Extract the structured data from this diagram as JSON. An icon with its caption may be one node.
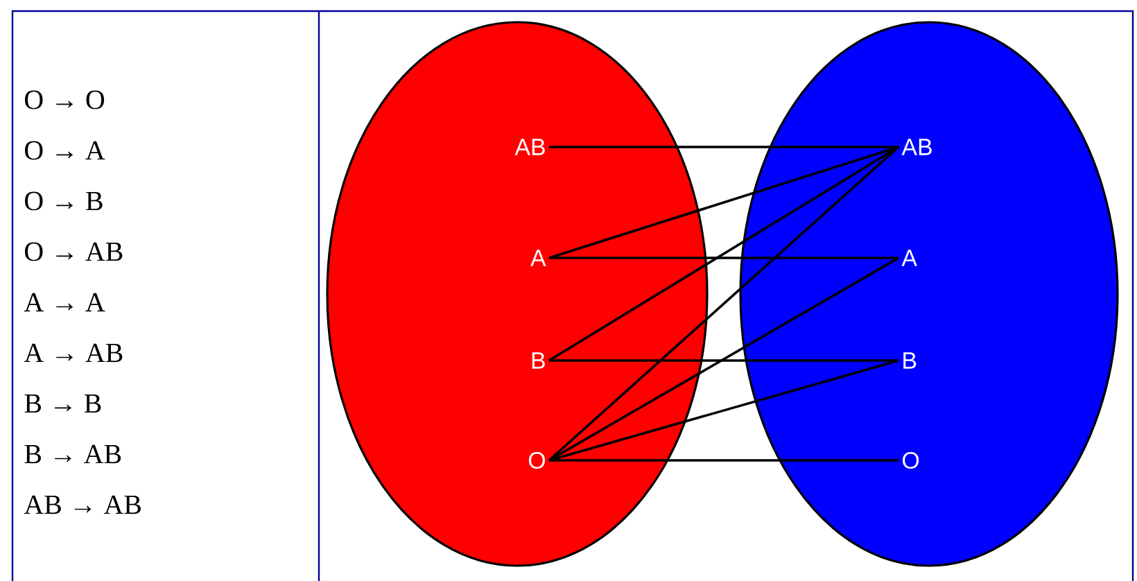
{
  "diagram": {
    "nodes": [
      {
        "text": [],
        "shape": "ellipse"
      },
      {
        "text": [],
        "shape": "ellipse"
      },
      {
        "text": [
          "AB"
        ],
        "in": 0
      },
      {
        "text": [
          "A"
        ],
        "in": 0
      },
      {
        "text": [
          "B"
        ],
        "in": 0
      },
      {
        "text": [
          "O"
        ],
        "in": 0
      },
      {
        "text": [
          "AB"
        ],
        "in": 1
      },
      {
        "text": [
          "A"
        ],
        "in": 1
      },
      {
        "text": [
          "B"
        ],
        "in": 1
      },
      {
        "text": [
          "O"
        ],
        "in": 1
      }
    ],
    "edges": [
      {
        "from": 5,
        "to": 9,
        "arrow": "none"
      },
      {
        "from": 5,
        "to": 7,
        "arrow": "none"
      },
      {
        "from": 5,
        "to": 8,
        "arrow": "none"
      },
      {
        "from": 5,
        "to": 6,
        "arrow": "none"
      },
      {
        "from": 3,
        "to": 7,
        "arrow": "none"
      },
      {
        "from": 3,
        "to": 6,
        "arrow": "none"
      },
      {
        "from": 4,
        "to": 8,
        "arrow": "none"
      },
      {
        "from": 4,
        "to": 6,
        "arrow": "none"
      },
      {
        "from": 2,
        "to": 6,
        "arrow": "none"
      }
    ],
    "labels": [
      "O → O",
      "O → A",
      "O → B",
      "O → AB",
      "A → A",
      "A → AB",
      "B → B",
      "B → AB",
      "AB → AB"
    ]
  }
}
